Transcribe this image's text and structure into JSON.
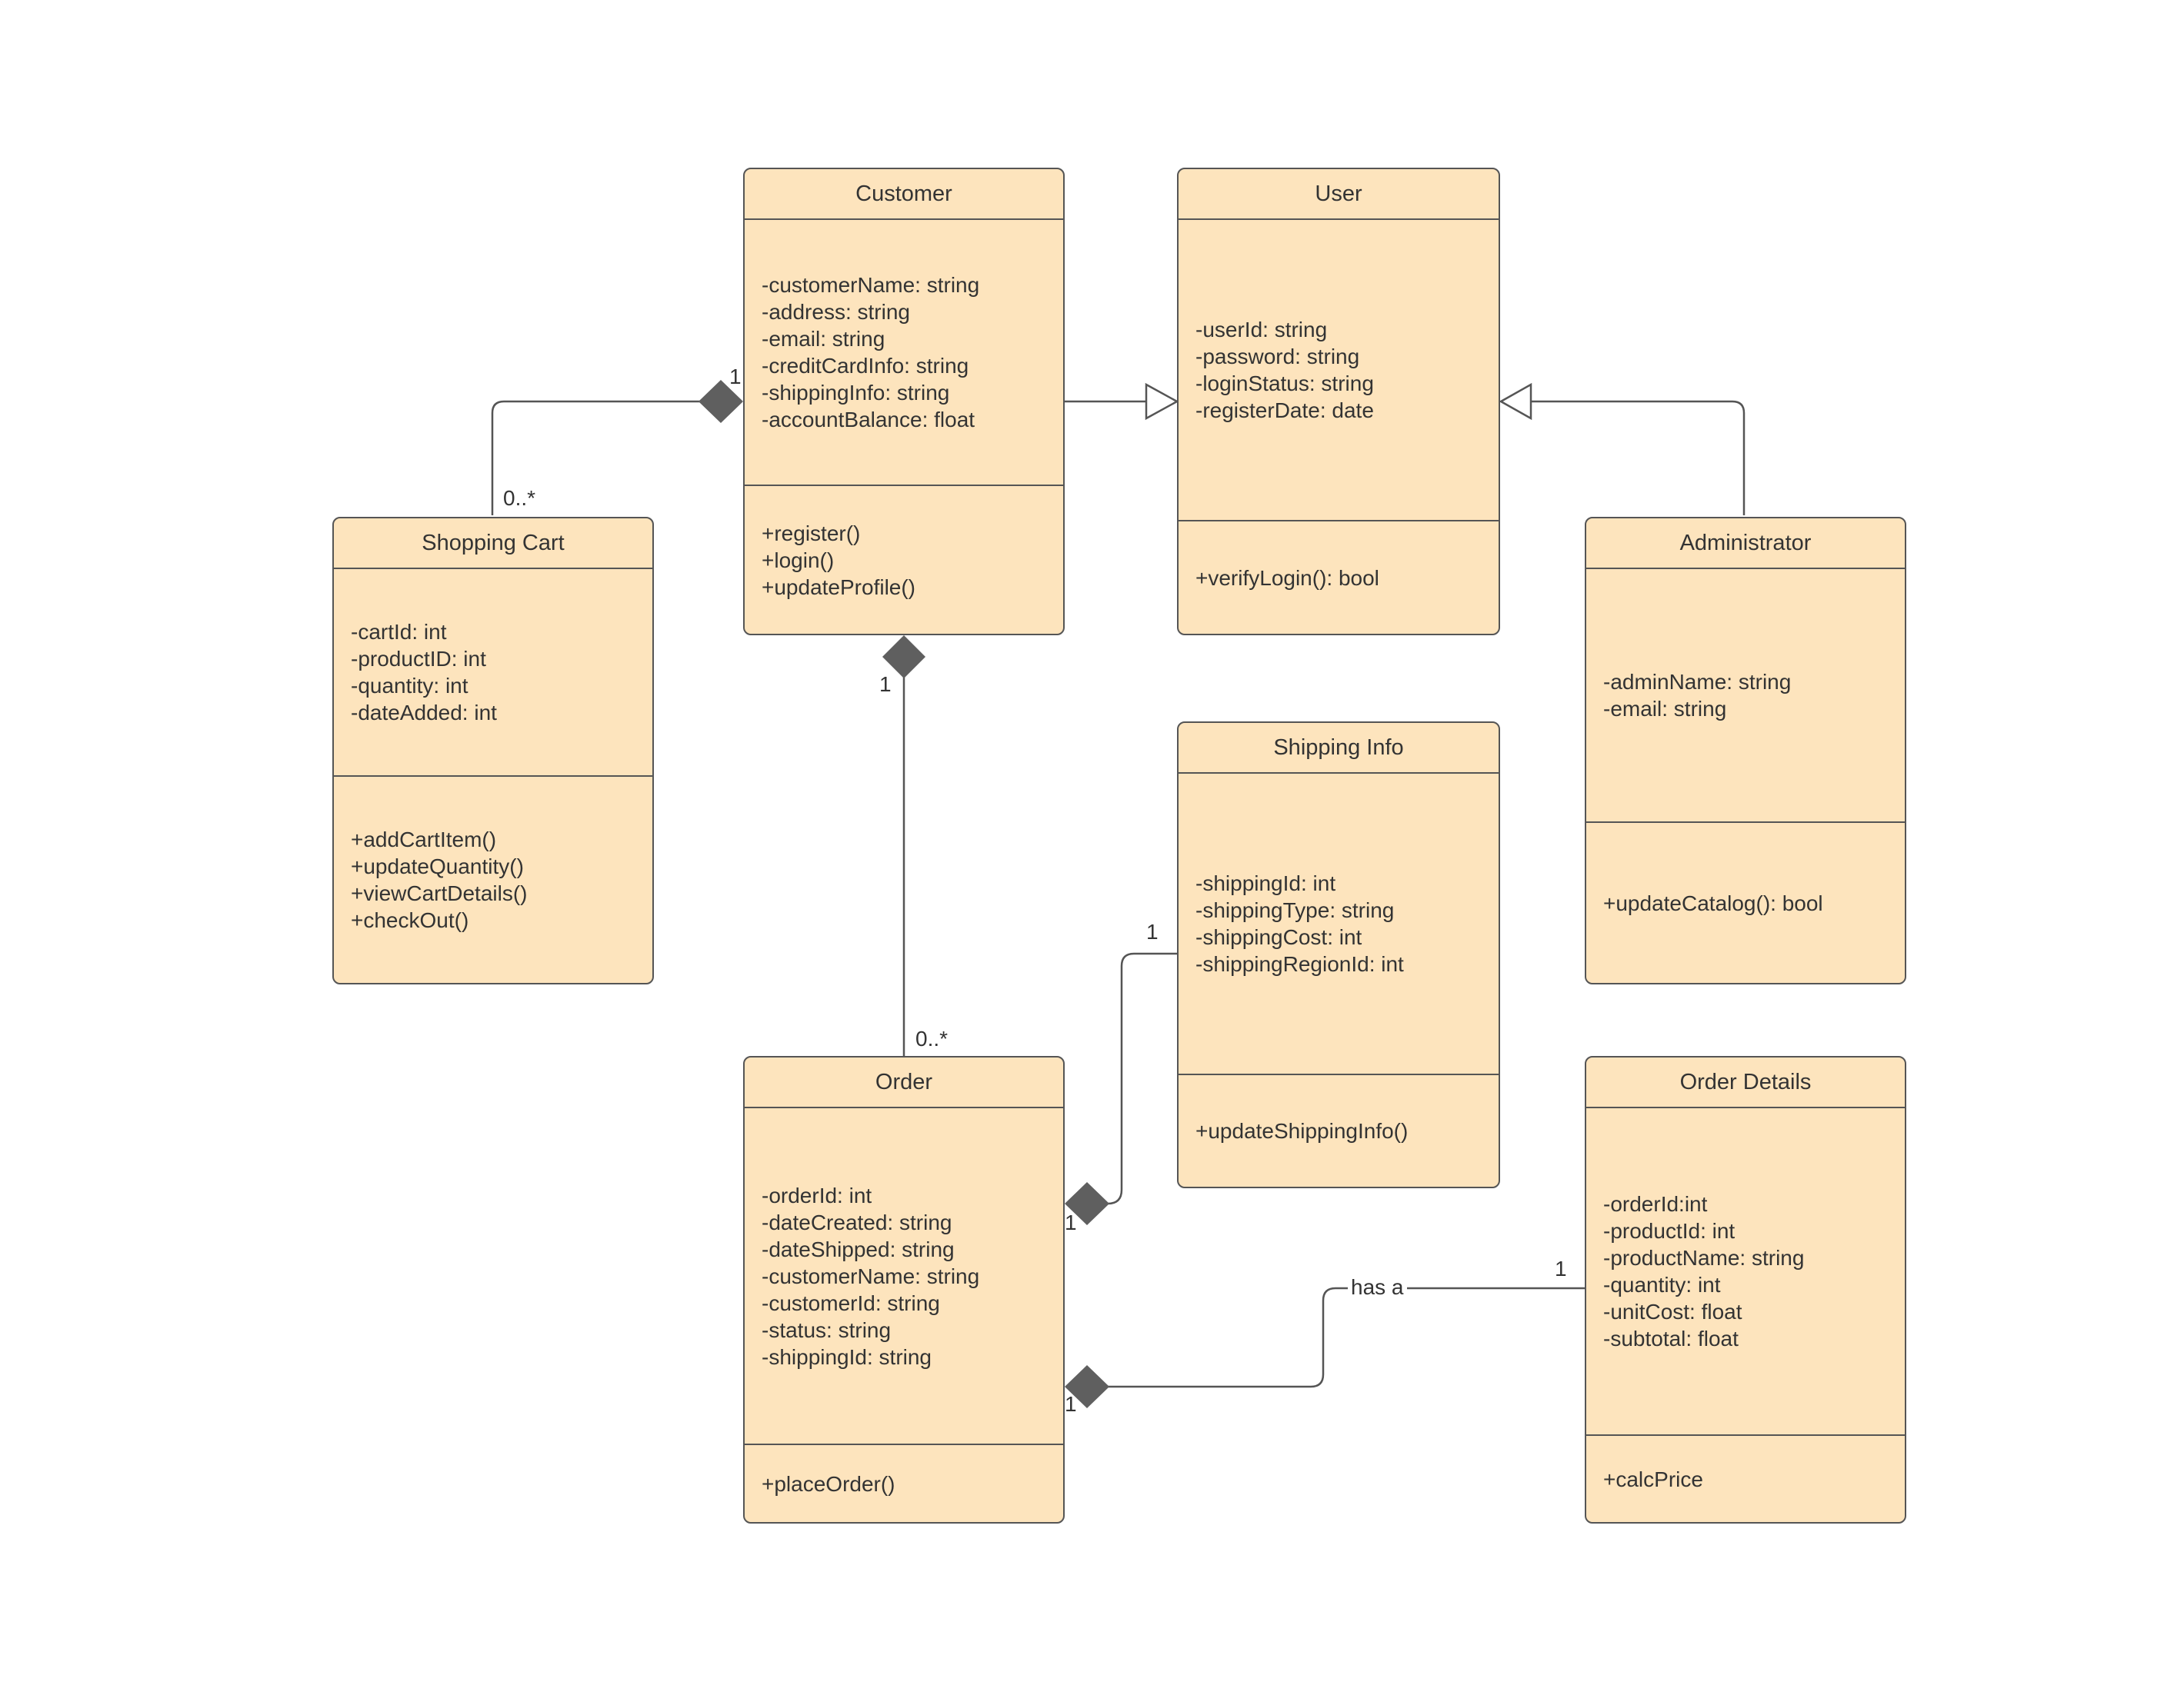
{
  "colors": {
    "class_fill": "#fde4bd",
    "stroke": "#555555",
    "diamond": "#5f5f5f",
    "text": "#333333"
  },
  "classes": {
    "customer": {
      "name": "Customer",
      "attributes": [
        "-customerName: string",
        "-address: string",
        "-email: string",
        "-creditCardInfo: string",
        "-shippingInfo: string",
        "-accountBalance: float"
      ],
      "methods": [
        "+register()",
        "+login()",
        "+updateProfile()"
      ]
    },
    "user": {
      "name": "User",
      "attributes": [
        "-userId: string",
        "-password: string",
        "-loginStatus: string",
        "-registerDate: date"
      ],
      "methods": [
        "+verifyLogin(): bool"
      ]
    },
    "shopping_cart": {
      "name": "Shopping Cart",
      "attributes": [
        "-cartId: int",
        "-productID: int",
        "-quantity: int",
        "-dateAdded: int"
      ],
      "methods": [
        "+addCartItem()",
        "+updateQuantity()",
        "+viewCartDetails()",
        "+checkOut()"
      ]
    },
    "administrator": {
      "name": "Administrator",
      "attributes": [
        "-adminName: string",
        "-email: string"
      ],
      "methods": [
        "+updateCatalog(): bool"
      ]
    },
    "shipping_info": {
      "name": "Shipping Info",
      "attributes": [
        "-shippingId: int",
        "-shippingType: string",
        "-shippingCost: int",
        "-shippingRegionId: int"
      ],
      "methods": [
        "+updateShippingInfo()"
      ]
    },
    "order": {
      "name": "Order",
      "attributes": [
        "-orderId: int",
        "-dateCreated: string",
        "-dateShipped: string",
        "-customerName: string",
        "-customerId: string",
        "-status: string",
        "-shippingId: string"
      ],
      "methods": [
        "+placeOrder()"
      ]
    },
    "order_details": {
      "name": "Order Details",
      "attributes": [
        "-orderId:int",
        "-productId: int",
        "-productName: string",
        "-quantity: int",
        "-unitCost: float",
        "-subtotal: float"
      ],
      "methods": [
        "+calcPrice"
      ]
    }
  },
  "relationships": {
    "customer_cart": {
      "from": "Customer",
      "to": "Shopping Cart",
      "type": "composition",
      "mult_from": "1",
      "mult_to": "0..*"
    },
    "customer_user": {
      "from": "Customer",
      "to": "User",
      "type": "generalization"
    },
    "admin_user": {
      "from": "Administrator",
      "to": "User",
      "type": "generalization"
    },
    "customer_order": {
      "from": "Customer",
      "to": "Order",
      "type": "composition",
      "mult_from": "1",
      "mult_to": "0..*"
    },
    "order_shipping": {
      "from": "Order",
      "to": "Shipping Info",
      "type": "composition",
      "mult_from": "1",
      "mult_to": "1"
    },
    "order_details": {
      "from": "Order",
      "to": "Order Details",
      "type": "composition",
      "mult_from": "1",
      "mult_to": "1",
      "label": "has a"
    }
  }
}
